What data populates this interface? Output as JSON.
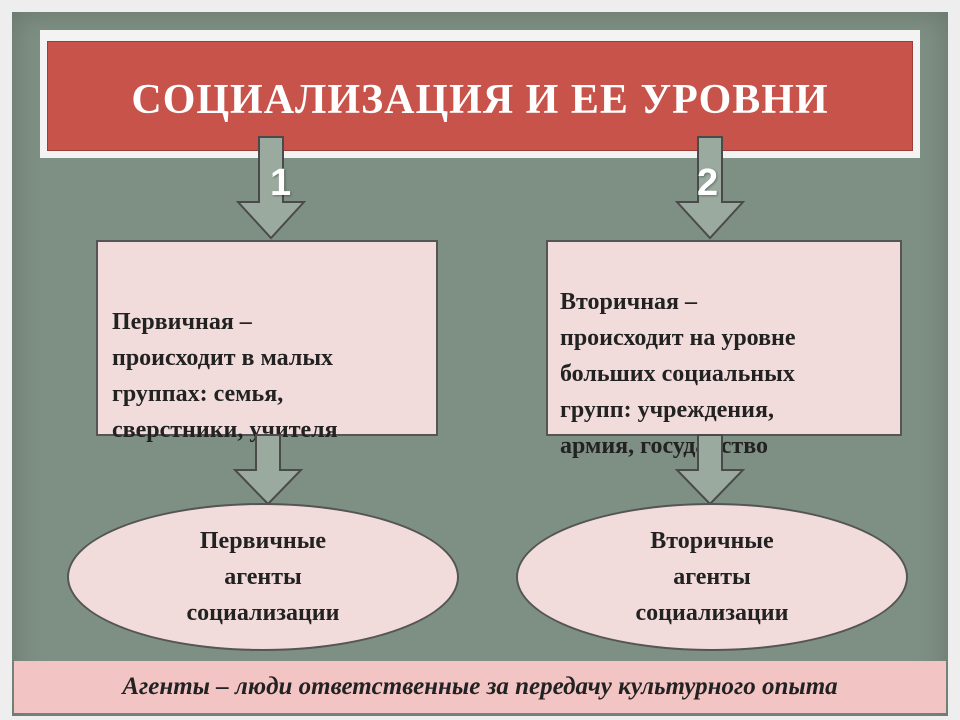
{
  "title": "СОЦИАЛИЗАЦИЯ И ЕЕ УРОВНИ",
  "levels": [
    {
      "number": "1",
      "description": "Первичная –\nпроисходит в малых\nгруппах: семья,\nсверстники, учителя",
      "agents": "Первичные\nагенты\nсоциализации"
    },
    {
      "number": "2",
      "description": "Вторичная –\nпроисходит на уровне\nбольших  социальных\nгрупп: учреждения,\nармия, государство",
      "agents": "Вторичные\nагенты\nсоциализации"
    }
  ],
  "footer": "Агенты – люди ответственные за передачу культурного опыта",
  "colors": {
    "background": "#7e8f83",
    "title_bar": "#c8534a",
    "box_fill": "#f2dcdb",
    "footer_fill": "#f2c4c3",
    "arrow": "#9aaa9e"
  }
}
